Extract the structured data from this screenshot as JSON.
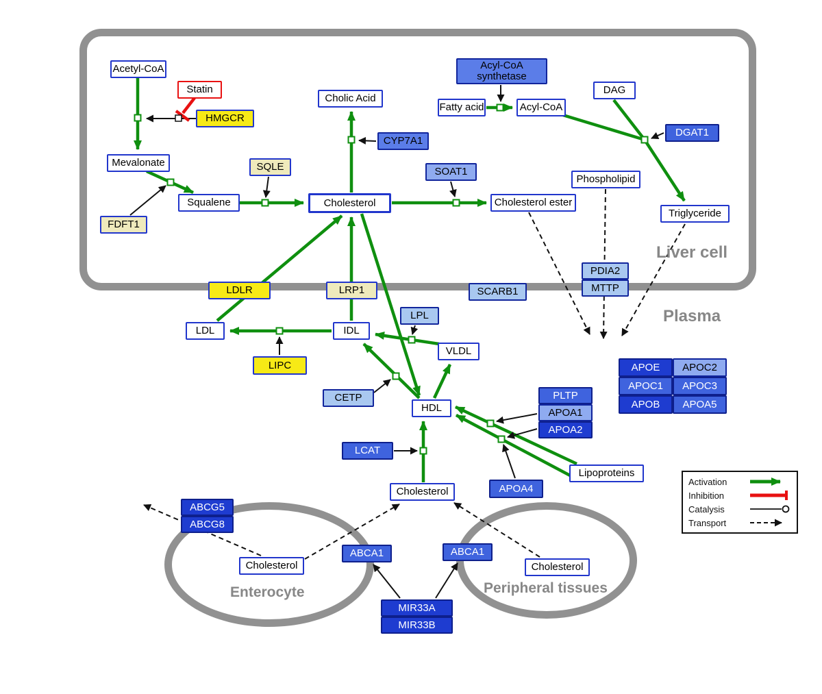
{
  "regions": {
    "liver": {
      "label": "Liver cell"
    },
    "plasma": {
      "label": "Plasma"
    },
    "enterocyte": {
      "label": "Enterocyte"
    },
    "peripheral": {
      "label": "Peripheral tissues"
    }
  },
  "nodes": {
    "acetyl_coa": {
      "label": "Acetyl-CoA"
    },
    "statin": {
      "label": "Statin"
    },
    "hmgcr": {
      "label": "HMGCR"
    },
    "mevalonate": {
      "label": "Mevalonate"
    },
    "fdft1": {
      "label": "FDFT1"
    },
    "squalene": {
      "label": "Squalene"
    },
    "sqle": {
      "label": "SQLE"
    },
    "cholic_acid": {
      "label": "Cholic Acid"
    },
    "cyp7a1": {
      "label": "CYP7A1"
    },
    "cholesterol_liver": {
      "label": "Cholesterol"
    },
    "soat1": {
      "label": "SOAT1"
    },
    "cholesterol_ester": {
      "label": "Cholesterol ester"
    },
    "acyl_coa_synthetase": {
      "label": "Acyl-CoA synthetase"
    },
    "fatty_acid": {
      "label": "Fatty acid"
    },
    "acyl_coa": {
      "label": "Acyl-CoA"
    },
    "dag": {
      "label": "DAG"
    },
    "dgat1": {
      "label": "DGAT1"
    },
    "phospholipid": {
      "label": "Phospholipid"
    },
    "triglyceride": {
      "label": "Triglyceride"
    },
    "pdia2": {
      "label": "PDIA2"
    },
    "mttp": {
      "label": "MTTP"
    },
    "ldlr": {
      "label": "LDLR"
    },
    "lrp1": {
      "label": "LRP1"
    },
    "scarb1": {
      "label": "SCARB1"
    },
    "ldl": {
      "label": "LDL"
    },
    "idl": {
      "label": "IDL"
    },
    "lpl": {
      "label": "LPL"
    },
    "vldl": {
      "label": "VLDL"
    },
    "lipc": {
      "label": "LIPC"
    },
    "cetp": {
      "label": "CETP"
    },
    "hdl": {
      "label": "HDL"
    },
    "pltp": {
      "label": "PLTP"
    },
    "apoa1": {
      "label": "APOA1"
    },
    "apoa2": {
      "label": "APOA2"
    },
    "lcat": {
      "label": "LCAT"
    },
    "apoa4": {
      "label": "APOA4"
    },
    "lipoproteins": {
      "label": "Lipoproteins"
    },
    "apoe": {
      "label": "APOE"
    },
    "apoc2": {
      "label": "APOC2"
    },
    "apoc1": {
      "label": "APOC1"
    },
    "apoc3": {
      "label": "APOC3"
    },
    "apob": {
      "label": "APOB"
    },
    "apoa5": {
      "label": "APOA5"
    },
    "cholesterol_plasma": {
      "label": "Cholesterol"
    },
    "abcg5": {
      "label": "ABCG5"
    },
    "abcg8": {
      "label": "ABCG8"
    },
    "cholesterol_enterocyte": {
      "label": "Cholesterol"
    },
    "abca1_enterocyte": {
      "label": "ABCA1"
    },
    "abca1_peripheral": {
      "label": "ABCA1"
    },
    "cholesterol_peripheral": {
      "label": "Cholesterol"
    },
    "mir33a": {
      "label": "MIR33A"
    },
    "mir33b": {
      "label": "MIR33B"
    }
  },
  "legend": {
    "activation": "Activation",
    "inhibition": "Inhibition",
    "catalysis": "Catalysis",
    "transport": "Transport"
  },
  "colors": {
    "activation_green": "#0f8f0f",
    "inhibition_red": "#e81111",
    "transport_black": "#111111",
    "membrane_gray": "#919191",
    "metabolite_border_blue": "#2136cc",
    "gene_yellow": "#f7ea16",
    "gene_pale_yellow": "#efeabc",
    "gene_blue_dark": "#1e3cd0",
    "gene_blue_mid": "#3f63de",
    "gene_blue_light": "#8fabf0",
    "gene_blue_pale": "#a9c8f0"
  },
  "edges": [
    {
      "from": "Acetyl-CoA",
      "to": "Mevalonate",
      "type": "activation",
      "catalyst": "HMGCR"
    },
    {
      "from": "Statin",
      "to": "HMGCR catalysis",
      "type": "inhibition"
    },
    {
      "from": "Mevalonate",
      "to": "Squalene",
      "type": "activation",
      "catalyst": "FDFT1"
    },
    {
      "from": "Squalene",
      "to": "Cholesterol",
      "type": "activation",
      "catalyst": "SQLE"
    },
    {
      "from": "Cholesterol",
      "to": "Cholic Acid",
      "type": "activation",
      "catalyst": "CYP7A1"
    },
    {
      "from": "Cholesterol",
      "to": "Cholesterol ester",
      "type": "activation",
      "catalyst": "SOAT1"
    },
    {
      "from": "Fatty acid",
      "to": "Acyl-CoA",
      "type": "activation",
      "catalyst": "Acyl-CoA synthetase"
    },
    {
      "from": "Acyl-CoA",
      "to": "Triglyceride",
      "type": "activation",
      "catalyst": "DGAT1"
    },
    {
      "from": "DAG",
      "to": "Triglyceride",
      "type": "activation",
      "catalyst": "DGAT1"
    },
    {
      "from": "LDL",
      "to": "Cholesterol",
      "type": "activation",
      "via": "LDLR"
    },
    {
      "from": "IDL",
      "to": "Cholesterol",
      "type": "activation",
      "via": "LRP1"
    },
    {
      "from": "IDL",
      "to": "LDL",
      "type": "activation",
      "catalyst": "LIPC"
    },
    {
      "from": "VLDL",
      "to": "IDL",
      "type": "activation",
      "catalyst": "LPL"
    },
    {
      "from": "HDL",
      "to": "IDL",
      "type": "activation",
      "catalyst": "CETP"
    },
    {
      "from": "HDL",
      "to": "VLDL",
      "type": "activation"
    },
    {
      "from": "Cholesterol",
      "to": "HDL",
      "type": "activation"
    },
    {
      "from": "Lipoproteins",
      "to": "HDL",
      "type": "activation",
      "catalyst": "APOA1/APOA2/APOA4"
    },
    {
      "from": "Cholesterol (plasma)",
      "to": "HDL",
      "type": "activation",
      "catalyst": "LCAT"
    },
    {
      "from": "Cholesterol ester",
      "to": "plasma",
      "type": "transport"
    },
    {
      "from": "Phospholipid",
      "to": "plasma",
      "type": "transport",
      "via": "PDIA2/MTTP"
    },
    {
      "from": "Triglyceride",
      "to": "plasma",
      "type": "transport"
    },
    {
      "from": "Cholesterol (enterocyte)",
      "to": "out of enterocyte",
      "type": "transport",
      "via": "ABCG5/ABCG8"
    },
    {
      "from": "Cholesterol (enterocyte)",
      "to": "Cholesterol (plasma)",
      "type": "transport",
      "via": "ABCA1"
    },
    {
      "from": "Cholesterol (peripheral)",
      "to": "Cholesterol (plasma)",
      "type": "transport",
      "via": "ABCA1"
    },
    {
      "from": "MIR33A/MIR33B",
      "to": "ABCA1",
      "type": "regulation"
    }
  ]
}
